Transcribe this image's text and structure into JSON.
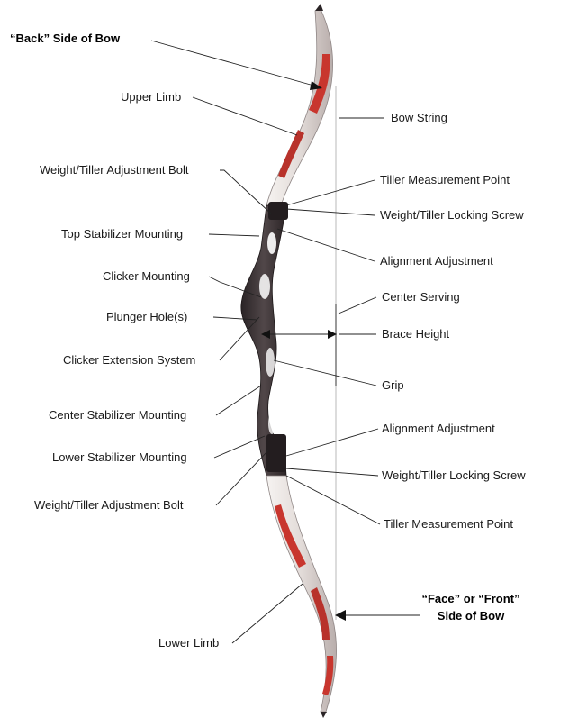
{
  "labels": {
    "back_side": "“Back” Side of Bow",
    "upper_limb": "Upper Limb",
    "bow_string": "Bow String",
    "weight_tiller_adjustment_bolt_top": "Weight/Tiller Adjustment Bolt",
    "tiller_measurement_point_top": "Tiller Measurement Point",
    "weight_tiller_locking_screw_top": "Weight/Tiller Locking Screw",
    "top_stabilizer_mounting": "Top Stabilizer Mounting",
    "alignment_adjustment_top": "Alignment Adjustment",
    "clicker_mounting": "Clicker Mounting",
    "center_serving": "Center Serving",
    "plunger_holes": "Plunger Hole(s)",
    "brace_height": "Brace Height",
    "clicker_extension_system": "Clicker Extension System",
    "grip": "Grip",
    "center_stabilizer_mounting": "Center Stabilizer Mounting",
    "alignment_adjustment_bottom": "Alignment Adjustment",
    "lower_stabilizer_mounting": "Lower Stabilizer Mounting",
    "weight_tiller_locking_screw_bottom": "Weight/Tiller Locking Screw",
    "weight_tiller_adjustment_bolt_bottom": "Weight/Tiller Adjustment Bolt",
    "tiller_measurement_point_bottom": "Tiller Measurement Point",
    "face_side_line1": "“Face” or “Front”",
    "face_side_line2": "Side of Bow",
    "lower_limb": "Lower Limb"
  },
  "colors": {
    "limb_white": "#ece8e6",
    "limb_red": "#c8362e",
    "riser_dark": "#3b3436",
    "string": "#cfcfcf"
  }
}
